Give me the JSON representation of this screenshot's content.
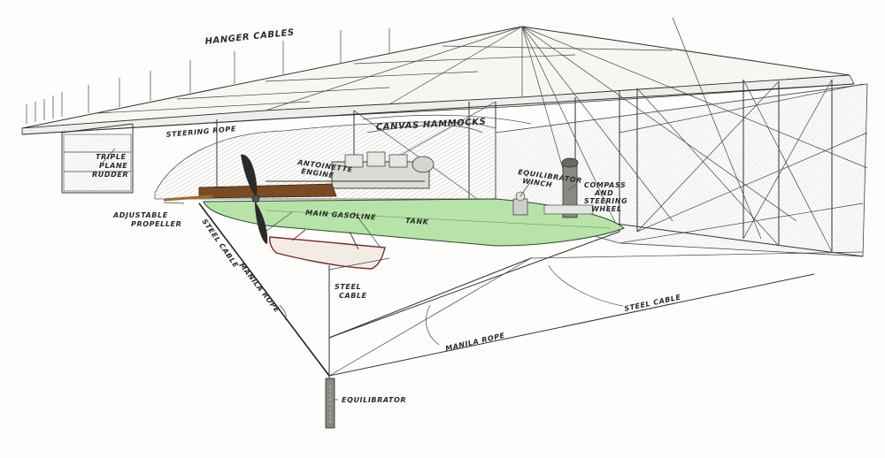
{
  "labels": {
    "hanger_cables": "HANGER CABLES",
    "steering_rope": "STEERING ROPE",
    "canvas_hammocks": "CANVAS HAMMOCKS",
    "triple_plane_rudder_1": "TRIPLE",
    "triple_plane_rudder_2": "PLANE",
    "triple_plane_rudder_3": "RUDDER",
    "antoinette_engine_1": "ANTOINETTE",
    "antoinette_engine_2": "ENGINE",
    "equilibrator_winch_1": "EQUILIBRATOR",
    "equilibrator_winch_2": "WINCH",
    "compass_1": "COMPASS",
    "compass_2": "AND",
    "compass_3": "STEERING",
    "compass_4": "WHEEL",
    "adjustable_propeller_1": "ADJUSTABLE",
    "adjustable_propeller_2": "PROPELLER",
    "steel_cable_left": "STEEL CABLE",
    "main_gasoline_tank_1": "MAIN GASOLINE",
    "main_gasoline_tank_2": "TANK",
    "manila_rope_left": "MANILA ROPE",
    "steel_cable_center_1": "STEEL",
    "steel_cable_center_2": "CABLE",
    "steel_cable_right": "STEEL CABLE",
    "manila_rope_bottom": "MANILA ROPE",
    "equilibrator": "EQUILIBRATOR"
  },
  "colors": {
    "tank": "#b7e3a8",
    "boat": "#f3ece4",
    "boat_trim": "#7a2a2a",
    "frame": "#6b4a2a",
    "ink": "#333333"
  }
}
